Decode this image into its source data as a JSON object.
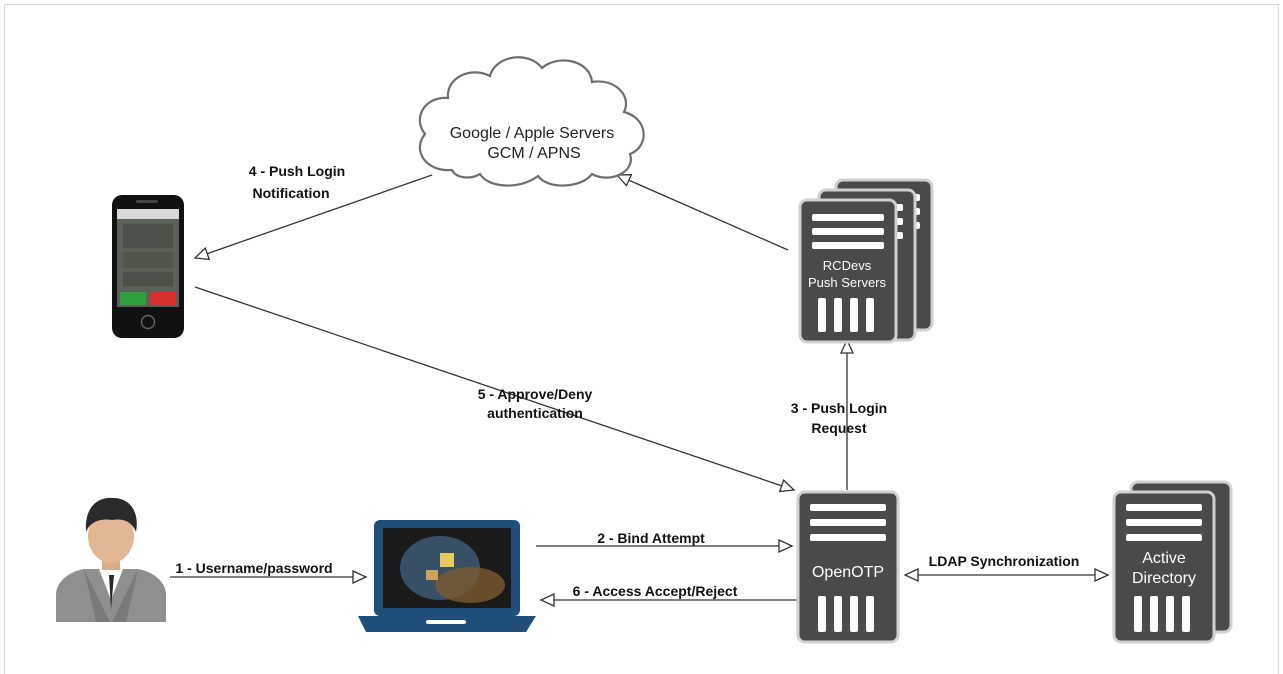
{
  "cloud": {
    "line1": "Google / Apple Servers",
    "line2": "GCM / APNS",
    "icon": "cloud-icon"
  },
  "push_servers": {
    "line1": "RCDevs",
    "line2": "Push Servers",
    "icon": "server-stack-icon"
  },
  "openotp": {
    "label": "OpenOTP",
    "icon": "server-icon"
  },
  "active_directory": {
    "line1": "Active",
    "line2": "Directory",
    "icon": "server-stack-icon"
  },
  "devices": {
    "phone_icon": "smartphone-icon",
    "laptop_icon": "laptop-icon",
    "user_icon": "user-icon"
  },
  "steps": {
    "step1": "1 - Username/password",
    "step2": "2 - Bind Attempt",
    "step3_line1": "3 - Push Login",
    "step3_line2": "Request",
    "step4_line1": "4 - Push Login",
    "step4_line2": "Notification",
    "step5_line1": "5 - Approve/Deny",
    "step5_line2": "authentication",
    "step6": "6 - Access Accept/Reject",
    "ldap": "LDAP Synchronization"
  },
  "colors": {
    "server_fill": "#4a4a4a",
    "laptop_fill": "#1f4e79",
    "arrow": "#333333",
    "approve": "#2e9e3e",
    "deny": "#d8302f"
  }
}
